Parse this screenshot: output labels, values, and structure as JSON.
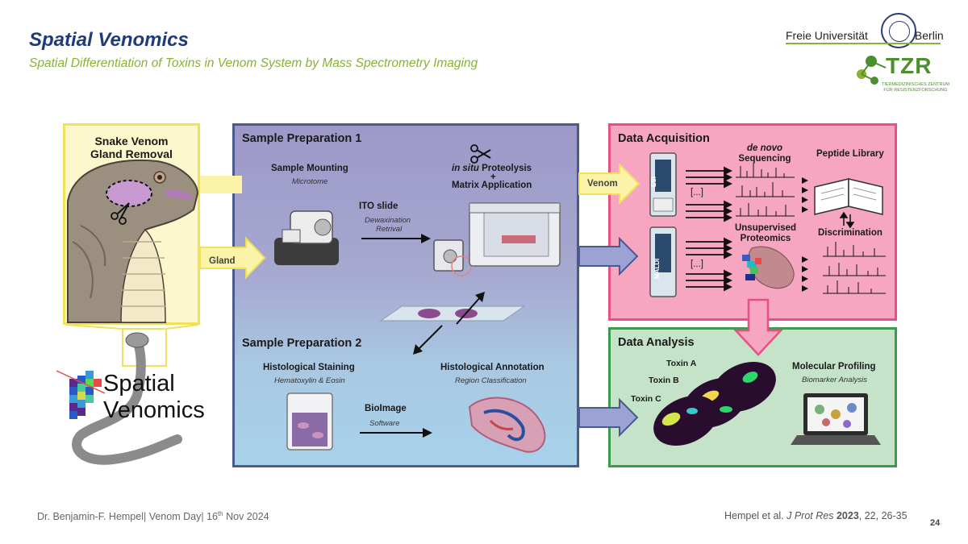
{
  "slide": {
    "title": "Spatial Venomics",
    "subtitle": "Spatial Differentiation of Toxins in Venom System by Mass Spectrometry Imaging"
  },
  "logos": {
    "fu_left": "Freie Universität",
    "fu_right": "Berlin",
    "tzr": "TZR",
    "tzr_sub_1": "TIERMEDIZINISCHES ZENTRUM",
    "tzr_sub_2": "FÜR RESISTENZFORSCHUNG"
  },
  "removal": {
    "title_line1": "Snake Venom",
    "title_line2": "Gland Removal",
    "spatial_line1": "Spatial",
    "spatial_line2": "Venomics"
  },
  "arrows": {
    "gland": "Gland",
    "venom": "Venom"
  },
  "prep1": {
    "title": "Sample Preparation 1",
    "mounting": "Sample Mounting",
    "microtome": "Microtome",
    "ito": "ITO slide",
    "dewax": "Dewaxination",
    "retrival": "Retrival",
    "insitu_italic": "in situ",
    "insitu_rest": "Proteolysis",
    "plus": "+",
    "matrix": "Matrix Application"
  },
  "prep2": {
    "title": "Sample Preparation 2",
    "staining": "Histological Staining",
    "he": "Hematoxylin & Eosin",
    "annotation": "Histological Annotation",
    "region": "Region Classification",
    "bioimage": "BioImage",
    "software": "Software"
  },
  "acq": {
    "title": "Data Acquisition",
    "denovo_italic": "de novo",
    "sequencing": "Sequencing",
    "library": "Peptide Library",
    "unsupervised": "Unsupervised",
    "proteomics": "Proteomics",
    "discrimination": "Discrimination",
    "esi": "ESI",
    "maldi": "MALDI",
    "ellipsis": "[...]"
  },
  "ana": {
    "title": "Data Analysis",
    "toxin_a": "Toxin A",
    "toxin_b": "Toxin B",
    "toxin_c": "Toxin C",
    "profiling": "Molecular Profiling",
    "biomarker": "Biomarker Analysis"
  },
  "footer": {
    "author": "Dr. Benjamin-F. Hempel| Venom Day| 16",
    "date_sup": "th",
    "date_rest": " Nov 2024",
    "cite_authors": "Hempel et al. ",
    "cite_journal": "J Prot Res",
    "cite_year": "2023",
    "cite_rest": ", 22, 26-35",
    "page": "24"
  },
  "colors": {
    "title_blue": "#1f3c78",
    "subtitle_green": "#8ab234",
    "removal_fill": "#fcf7cc",
    "removal_border": "#f0e05a",
    "prep_border": "#4a5a8c",
    "acq_fill": "#f7a6c2",
    "acq_border": "#e94f85",
    "ana_fill": "#c5e3c8",
    "ana_border": "#3b9a4b"
  }
}
